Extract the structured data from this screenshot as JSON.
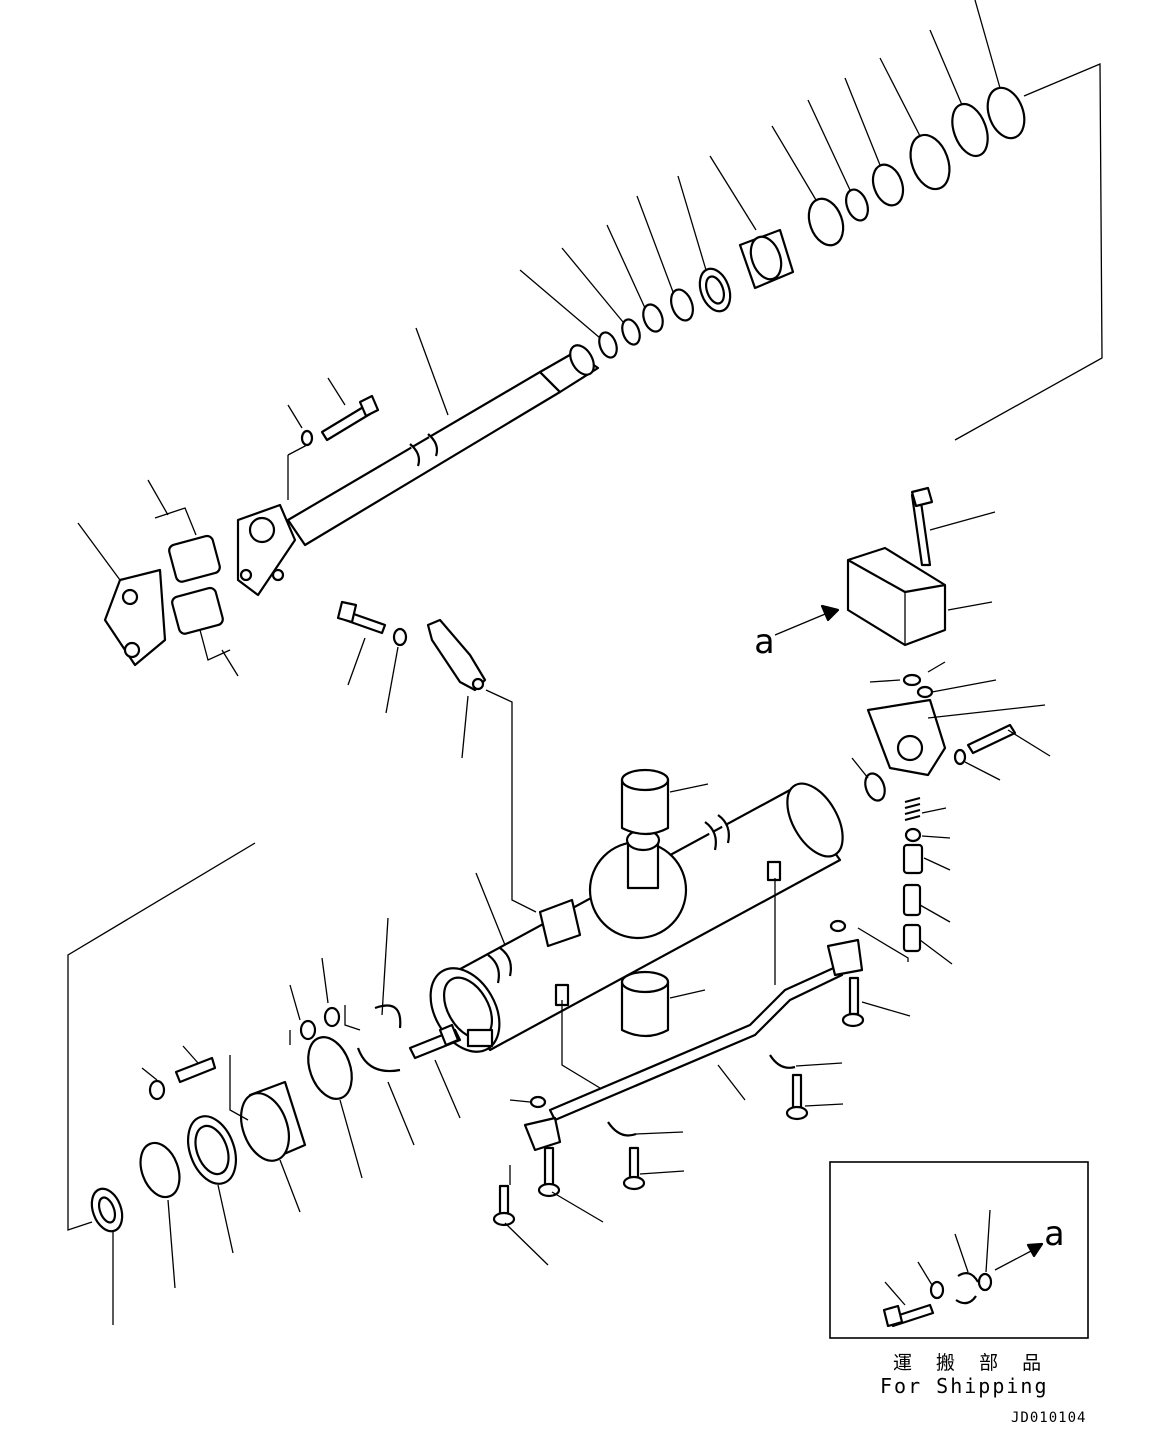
{
  "diagram": {
    "callout_main": "a",
    "callout_inset": "a",
    "inset": {
      "label_jp": "運 搬 部 品",
      "label_en": "For Shipping"
    },
    "drawing_code": "JD010104"
  }
}
